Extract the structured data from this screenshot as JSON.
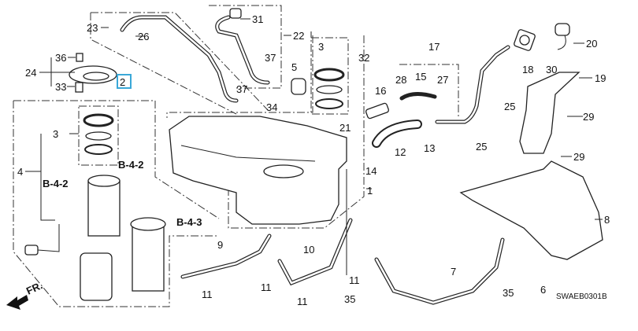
{
  "diagram": {
    "code": "SWAEB0301B",
    "front_marker": "FR.",
    "highlight_color": "#3aa8d8",
    "refs": [
      "B-4-2",
      "B-4-2",
      "B-4-3"
    ],
    "callouts": [
      "23",
      "26",
      "31",
      "22",
      "36",
      "24",
      "33",
      "2",
      "37",
      "5",
      "37",
      "34",
      "3",
      "32",
      "16",
      "17",
      "28",
      "15",
      "27",
      "21",
      "12",
      "13",
      "14",
      "25",
      "25",
      "18",
      "30",
      "20",
      "19",
      "29",
      "29",
      "3",
      "4",
      "1",
      "8",
      "9",
      "10",
      "7",
      "11",
      "11",
      "11",
      "11",
      "35",
      "35",
      "6"
    ]
  }
}
